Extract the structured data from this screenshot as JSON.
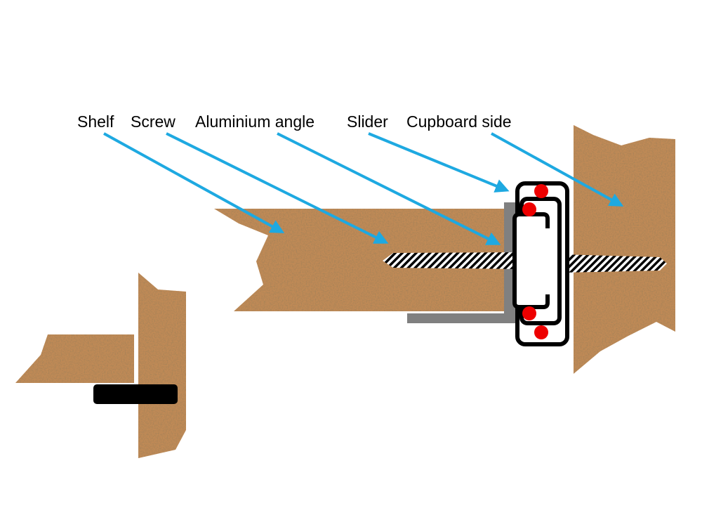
{
  "labels": {
    "shelf": "Shelf",
    "screw": "Screw",
    "angle": "Aluminium angle",
    "slider": "Slider",
    "cupboard": "Cupboard side"
  },
  "colors": {
    "wood": "#c08a56",
    "arrow": "#1ea9e1",
    "angle": "#808080",
    "ball": "#ee0000",
    "outline": "#000000"
  }
}
